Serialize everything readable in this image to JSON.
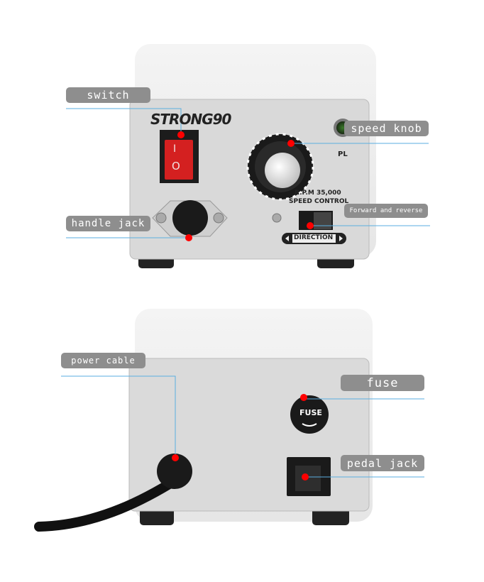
{
  "front_unit": {
    "brand_logo": "STRONG90",
    "indicator_label": "PL",
    "rpm_text": "R.P.M 35,000",
    "speed_control_text": "SPEED CONTROL",
    "direction_text": "DIRECTION",
    "switch_symbols": [
      "I",
      "O"
    ]
  },
  "back_unit": {
    "fuse_text": "FUSE"
  },
  "callouts": {
    "switch": "switch",
    "speed_knob": "speed knob",
    "forward_reverse": "Forward and reverse",
    "handle_jack": "handle jack",
    "power_cable": "power cable",
    "fuse": "fuse",
    "pedal_jack": "pedal jack"
  },
  "colors": {
    "callout_bg": "#8e8e8e",
    "leader_line": "#5aaee0",
    "marker_dot": "#ff0000",
    "switch_red": "#d42020",
    "panel": "#d9d9d9"
  }
}
